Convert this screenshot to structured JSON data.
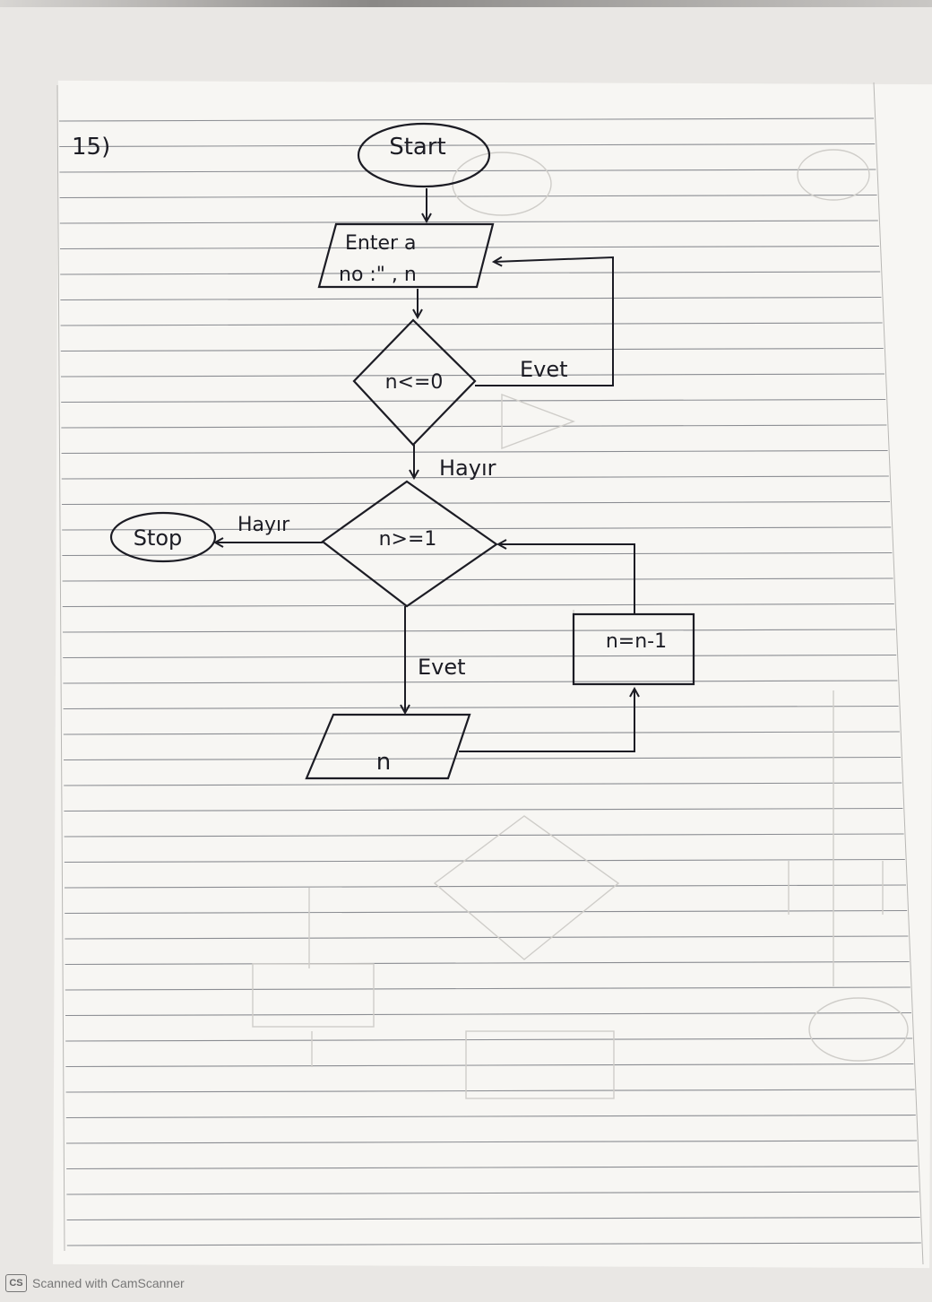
{
  "problem_number": "15)",
  "flowchart": {
    "start": "Start",
    "input": {
      "line1": "Enter a",
      "line2": "no :\" , n"
    },
    "decision1": "n<=0",
    "decision1_yes": "Evet",
    "decision1_no": "Hayır",
    "decision2": "n>=1",
    "decision2_no": "Hayır",
    "decision2_yes": "Evet",
    "stop": "Stop",
    "output": "n",
    "process": "n=n-1"
  },
  "scanner": {
    "logo": "CS",
    "text": "Scanned with CamScanner"
  },
  "colors": {
    "ink": "#1c1c24",
    "ruling": "#8b8d92",
    "paper": "#f7f6f3"
  }
}
